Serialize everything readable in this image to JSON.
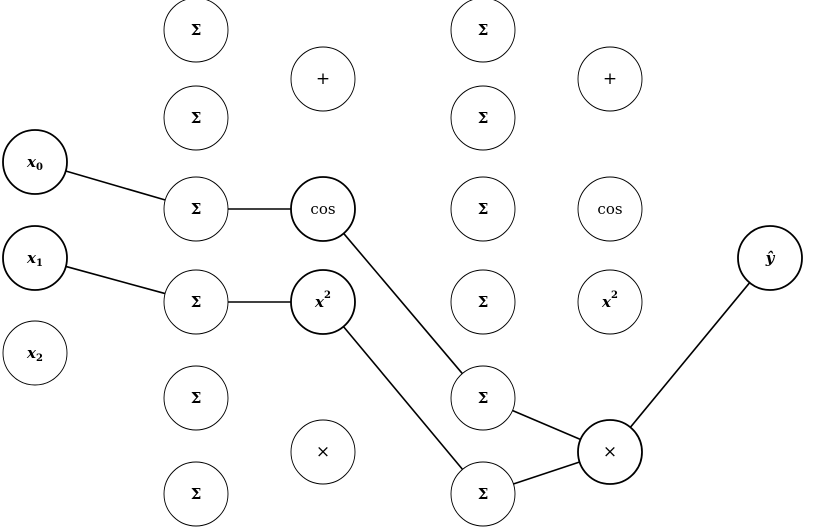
{
  "nodes": [
    {
      "id": "x0",
      "label": "x",
      "sub": "0",
      "style": "ital",
      "active": true
    },
    {
      "id": "x1",
      "label": "x",
      "sub": "1",
      "style": "ital",
      "active": true
    },
    {
      "id": "x2",
      "label": "x",
      "sub": "2",
      "style": "ital",
      "active": false
    },
    {
      "id": "s1a",
      "label": "Σ",
      "style": "sigma",
      "active": false
    },
    {
      "id": "s1b",
      "label": "Σ",
      "style": "sigma",
      "active": false
    },
    {
      "id": "s1c",
      "label": "Σ",
      "style": "sigma",
      "active": false
    },
    {
      "id": "s1d",
      "label": "Σ",
      "style": "sigma",
      "active": false
    },
    {
      "id": "s1e",
      "label": "Σ",
      "style": "sigma",
      "active": false
    },
    {
      "id": "s1f",
      "label": "Σ",
      "style": "sigma",
      "active": false
    },
    {
      "id": "f1a",
      "label": "+",
      "style": "sym",
      "active": false
    },
    {
      "id": "f1b",
      "label": "cos",
      "style": "plain",
      "active": true
    },
    {
      "id": "f1c",
      "label": "x",
      "sup": "2",
      "style": "ital",
      "active": true
    },
    {
      "id": "f1d",
      "label": "×",
      "style": "sym",
      "active": false
    },
    {
      "id": "s2a",
      "label": "Σ",
      "style": "sigma",
      "active": false
    },
    {
      "id": "s2b",
      "label": "Σ",
      "style": "sigma",
      "active": false
    },
    {
      "id": "s2c",
      "label": "Σ",
      "style": "sigma",
      "active": false
    },
    {
      "id": "s2d",
      "label": "Σ",
      "style": "sigma",
      "active": false
    },
    {
      "id": "s2e",
      "label": "Σ",
      "style": "sigma",
      "active": false
    },
    {
      "id": "s2f",
      "label": "Σ",
      "style": "sigma",
      "active": false
    },
    {
      "id": "f2a",
      "label": "+",
      "style": "sym",
      "active": false
    },
    {
      "id": "f2b",
      "label": "cos",
      "style": "plain",
      "active": false
    },
    {
      "id": "f2c",
      "label": "x",
      "sup": "2",
      "style": "ital",
      "active": false
    },
    {
      "id": "f2d",
      "label": "×",
      "style": "sym",
      "active": true
    },
    {
      "id": "out",
      "label": "ŷ",
      "style": "ital",
      "active": true
    }
  ],
  "edges": [
    [
      "x0",
      "s1c"
    ],
    [
      "x1",
      "s1d"
    ],
    [
      "s1c",
      "f1b"
    ],
    [
      "s1d",
      "f1c"
    ],
    [
      "f1b",
      "s2e"
    ],
    [
      "f1c",
      "s2f"
    ],
    [
      "s2e",
      "f2d"
    ],
    [
      "s2f",
      "f2d"
    ],
    [
      "f2d",
      "out"
    ]
  ]
}
